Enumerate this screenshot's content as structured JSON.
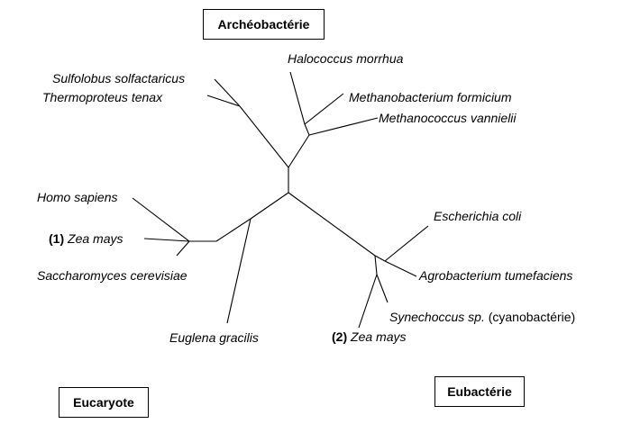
{
  "domains": {
    "archaea": "Archéobactérie",
    "eukaryota": "Eucaryote",
    "bacteria": "Eubactérie"
  },
  "leaves": {
    "sulfolobus": "Sulfolobus solfactaricus",
    "thermoproteus": "Thermoproteus tenax",
    "halococcus": "Halococcus morrhua",
    "methanobacterium": "Methanobacterium formicium",
    "methanococcus": "Methanococcus vannielii",
    "homo": "Homo sapiens",
    "zea_euk_marker": "(1)",
    "zea_euk": "Zea mays",
    "saccharomyces": "Saccharomyces cerevisiae",
    "euglena": "Euglena gracilis",
    "escherichia": "Escherichia coli",
    "agrobacterium": "Agrobacterium tumefaciens",
    "synechoccus": "Synechoccus sp.",
    "synechoccus_note": "(cyanobactérie)",
    "zea_bact_marker": "(2)",
    "zea_bact": "Zea mays"
  }
}
